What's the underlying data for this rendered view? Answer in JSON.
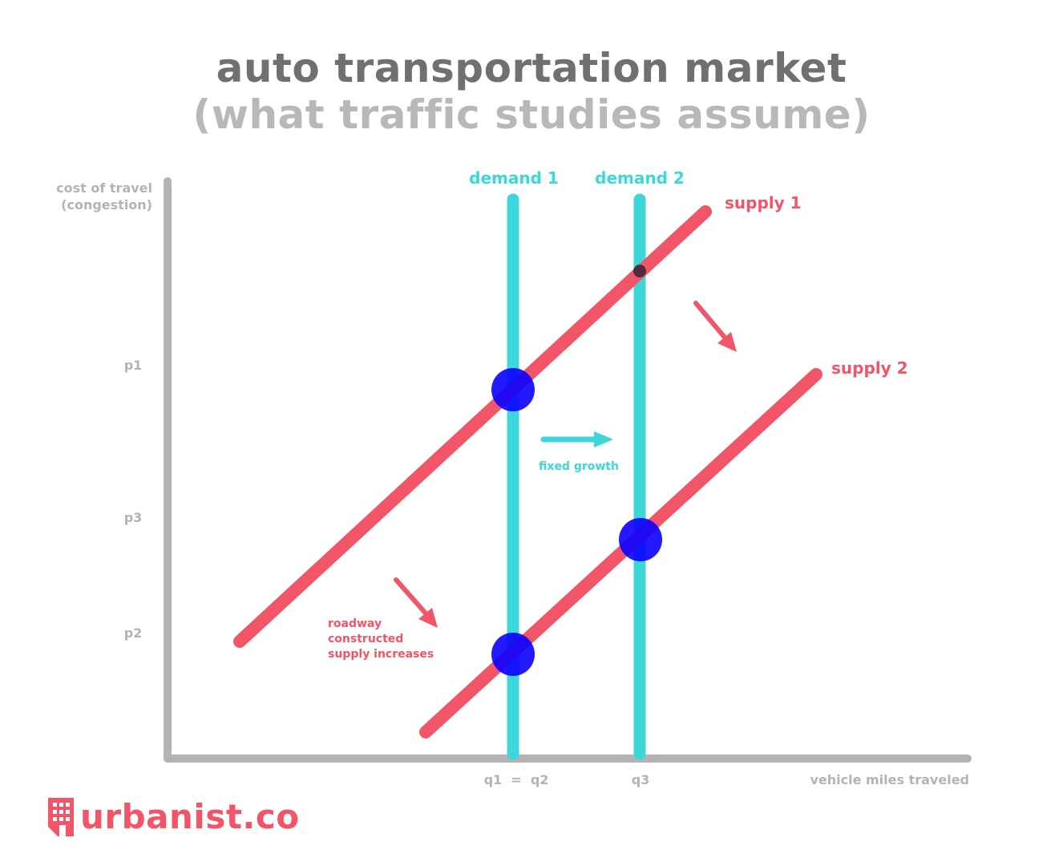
{
  "title": "auto transportation market",
  "subtitle": "(what traffic studies assume)",
  "colors": {
    "axis": "#b3b3b3",
    "demand": "#3dd6d9",
    "supply": "#f25468",
    "equilibrium": "#0a00ff",
    "title": "#707070",
    "subtitle": "#b8b8b8"
  },
  "chart_data": {
    "type": "line",
    "ylabel": [
      "cost of travel",
      "(congestion)"
    ],
    "xlabel": "vehicle miles traveled",
    "y_ticks": [
      "p1",
      "p3",
      "p2"
    ],
    "x_ticks": [
      "q1  =  q2",
      "q3"
    ],
    "demand_labels": [
      "demand 1",
      "demand 2"
    ],
    "supply_labels": [
      "supply 1",
      "supply 2"
    ],
    "annotations": {
      "growth": "fixed growth",
      "construction": [
        "roadway",
        "constructed",
        "supply increases"
      ]
    }
  },
  "logo": {
    "text": "urbanist.co",
    "icon": "building-icon"
  }
}
